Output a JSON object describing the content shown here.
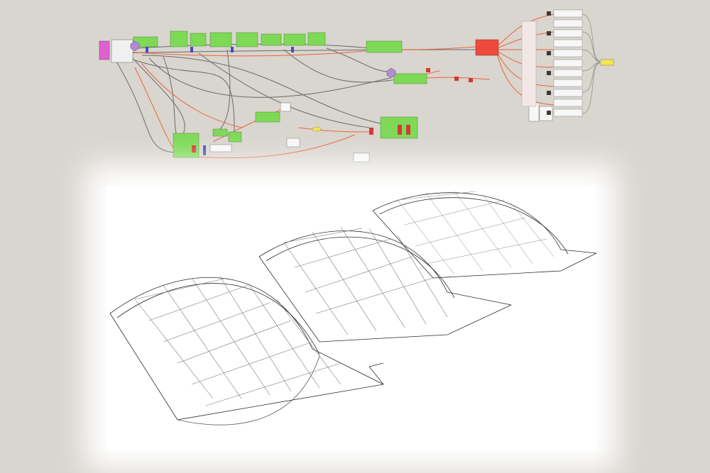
{
  "app": {
    "title": "",
    "description_visible": false
  },
  "colors": {
    "background": "#d9d5cf",
    "component_green": "#7ed957",
    "component_red": "#ee4b3c",
    "component_pink": "#e060d0",
    "component_yellow": "#f3e84a",
    "component_white": "#f7f7f7",
    "wire_orange": "#e8663a",
    "wire_grey": "#6b6b6b",
    "group_blue": "#4b4bbf"
  },
  "node_graph": {
    "component_count_visible": "many",
    "icons": [
      "component-node",
      "group-node",
      "wire"
    ]
  },
  "render": {
    "shells": 3,
    "style": "wireframe"
  }
}
